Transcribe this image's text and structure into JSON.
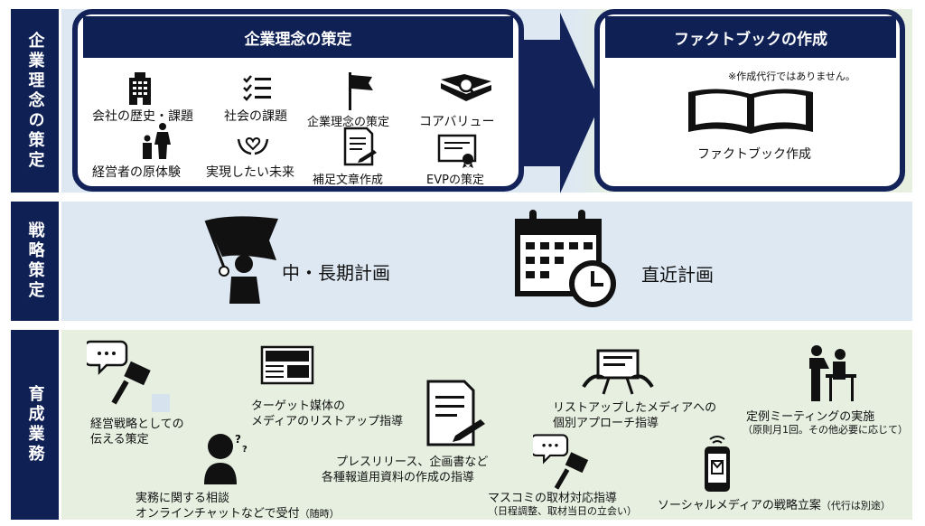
{
  "rows": {
    "row1_label": "企業理念の策定",
    "row2_label": "戦略策定",
    "row3_label": "育成業務"
  },
  "row1": {
    "card1_title": "企業理念の策定",
    "items": [
      {
        "label": "会社の歴史・課題",
        "icon": "building-icon"
      },
      {
        "label": "社会の課題",
        "icon": "checklist-icon"
      },
      {
        "label": "企業理念の策定",
        "icon": "flag-icon"
      },
      {
        "label": "コアバリュー",
        "icon": "book-magnifier-icon"
      },
      {
        "label": "経営者の原体験",
        "icon": "family-icon"
      },
      {
        "label": "実現したい未来",
        "icon": "hands-heart-icon"
      },
      {
        "label": "補足文章作成",
        "icon": "document-pen-icon"
      },
      {
        "label": "EVPの策定",
        "icon": "certificate-icon"
      }
    ],
    "card2_title": "ファクトブックの作成",
    "card2_note": "※作成代行ではありません。",
    "card2_item": "ファクトブック作成"
  },
  "row2": {
    "long_term": "中・長期計画",
    "short_term": "直近計画"
  },
  "row3": {
    "items": [
      {
        "label_line1": "経営戦略としての",
        "label_line2": "伝える策定",
        "icon": "microphone-speech-icon"
      },
      {
        "label_line1": "ターゲット媒体の",
        "label_line2": "メディアのリストアップ指導",
        "icon": "newspaper-icon"
      },
      {
        "label_line1": "プレスリリース、企画書など",
        "label_line2": "各種報道用資料の作成の指導",
        "icon": "document-pen-icon"
      },
      {
        "label_line1": "リストアップしたメディアへの",
        "label_line2": "個別アプローチ指導",
        "icon": "monitor-hands-icon"
      },
      {
        "label_line1": "定例ミーティングの実施",
        "label_line2": "（原則月1回。その他必要に応じて）",
        "icon": "meeting-icon"
      },
      {
        "label_line1": "実務に関する相談",
        "label_line2": "オンラインチャットなどで受付",
        "label_suffix": "（随時）",
        "icon": "confused-person-icon"
      },
      {
        "label_line1": "マスコミの取材対応指導",
        "label_line2": "（日程調整、取材当日の立会い）",
        "icon": "microphone-speech-icon"
      },
      {
        "label_line1": "ソーシャルメディアの戦略立案",
        "label_suffix": "（代行は別途）",
        "icon": "smartphone-icon"
      }
    ]
  },
  "colors": {
    "navy": "#0f2154",
    "light_blue": "#dde8f3",
    "light_green": "#e6efe0"
  }
}
